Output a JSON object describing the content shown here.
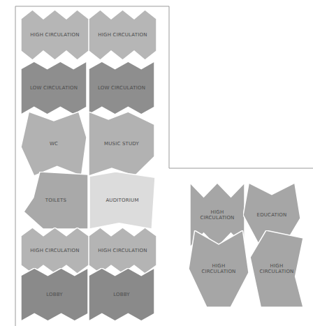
{
  "diagram": {
    "nodes": [
      {
        "text": [
          "HIGH CIRCULATION"
        ]
      },
      {
        "text": [
          "HIGH CIRCULATION"
        ]
      },
      {
        "text": [
          "LOW CIRCULATION"
        ]
      },
      {
        "text": [
          "LOW CIRCULATION"
        ]
      },
      {
        "text": [
          "WC"
        ]
      },
      {
        "text": [
          "MUSIC STUDY"
        ]
      },
      {
        "text": [
          "TOILETS"
        ]
      },
      {
        "text": [
          "AUDITORIUM"
        ]
      },
      {
        "text": [
          "HIGH CIRCULATION"
        ]
      },
      {
        "text": [
          "HIGH CIRCULATION"
        ]
      },
      {
        "text": [
          "LOBBY"
        ]
      },
      {
        "text": [
          "LOBBY"
        ]
      },
      {
        "text": [
          "HIGH CIRCULATION"
        ]
      },
      {
        "text": [
          "EDUCATION"
        ]
      },
      {
        "text": [
          "HIGH CIRCULATION"
        ]
      },
      {
        "text": [
          "HIGH CIRCULATION"
        ]
      }
    ]
  }
}
